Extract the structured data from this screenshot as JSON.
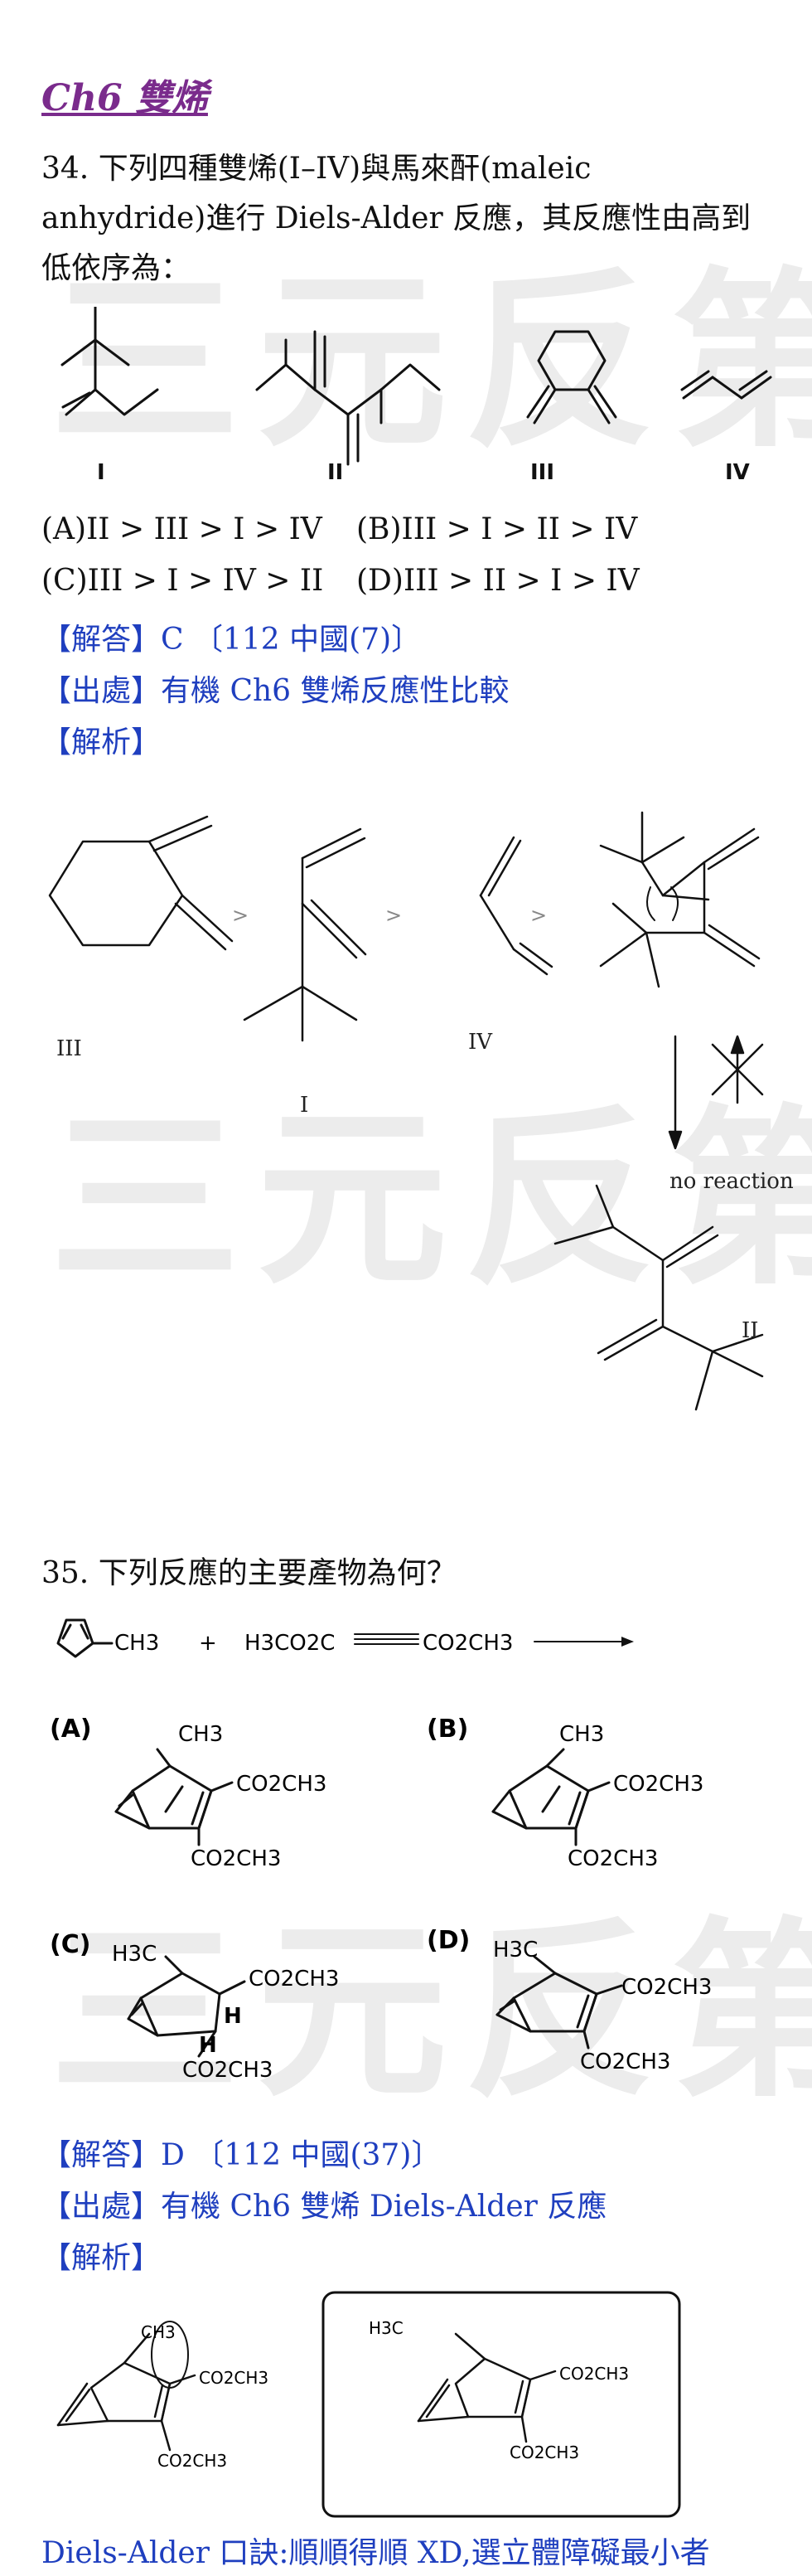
{
  "chapter_title": "Ch6 雙烯",
  "watermark": "三元反第",
  "q34": {
    "line1": "34.  下列四種雙烯(I–IV)與馬來酐(maleic",
    "line2": "anhydride)進行 Diels-Alder 反應，其反應性由高到",
    "line3": "低依序為：",
    "struct_labels": [
      "I",
      "II",
      "III",
      "IV"
    ],
    "options": [
      "(A)II > III > I > IV",
      "(B)III > I > II > IV",
      "(C)III > I > IV > II",
      "(D)III > II > I > IV"
    ],
    "answer": "【解答】C       〔112 中國(7)〕",
    "source": "【出處】有機 Ch6 雙烯反應性比較",
    "analysis": "【解析】",
    "gt_signs": [
      ">",
      ">",
      ">"
    ],
    "scheme_labels": {
      "iii": "III",
      "i": "I",
      "iv": "IV",
      "ii": "II",
      "no_reaction": "no reaction"
    }
  },
  "q35": {
    "line1": "35.  下列反應的主要產物為何？",
    "reaction": {
      "reagent1_sub": "CH3",
      "plus": "+",
      "reagent2": "H3CO2C",
      "reagent2b": "CO2CH3"
    },
    "choices": [
      {
        "label": "(A)",
        "groups": [
          "CH3",
          "CO2CH3",
          "CO2CH3"
        ]
      },
      {
        "label": "(B)",
        "groups": [
          "CH3",
          "CO2CH3",
          "CO2CH3"
        ]
      },
      {
        "label": "(C)",
        "groups": [
          "H3C",
          "CO2CH3",
          "H",
          "H",
          "CO2CH3"
        ]
      },
      {
        "label": "(D)",
        "groups": [
          "H3C",
          "CO2CH3",
          "CO2CH3"
        ]
      }
    ],
    "answer": "【解答】D        〔112 中國(37)〕",
    "source": "【出處】有機 Ch6 雙烯 Diels-Alder  反應",
    "analysis": "【解析】",
    "analysis_groups": {
      "left_ch3": "CH3",
      "left_co2_top": "CO2CH3",
      "left_co2_bottom": "CO2CH3",
      "right_h3c": "H3C",
      "right_co2_top": "CO2CH3",
      "right_co2_bottom": "CO2CH3"
    },
    "mnemonic": "Diels-Alder 口訣:順順得順 XD,選立體障礙最小者"
  }
}
